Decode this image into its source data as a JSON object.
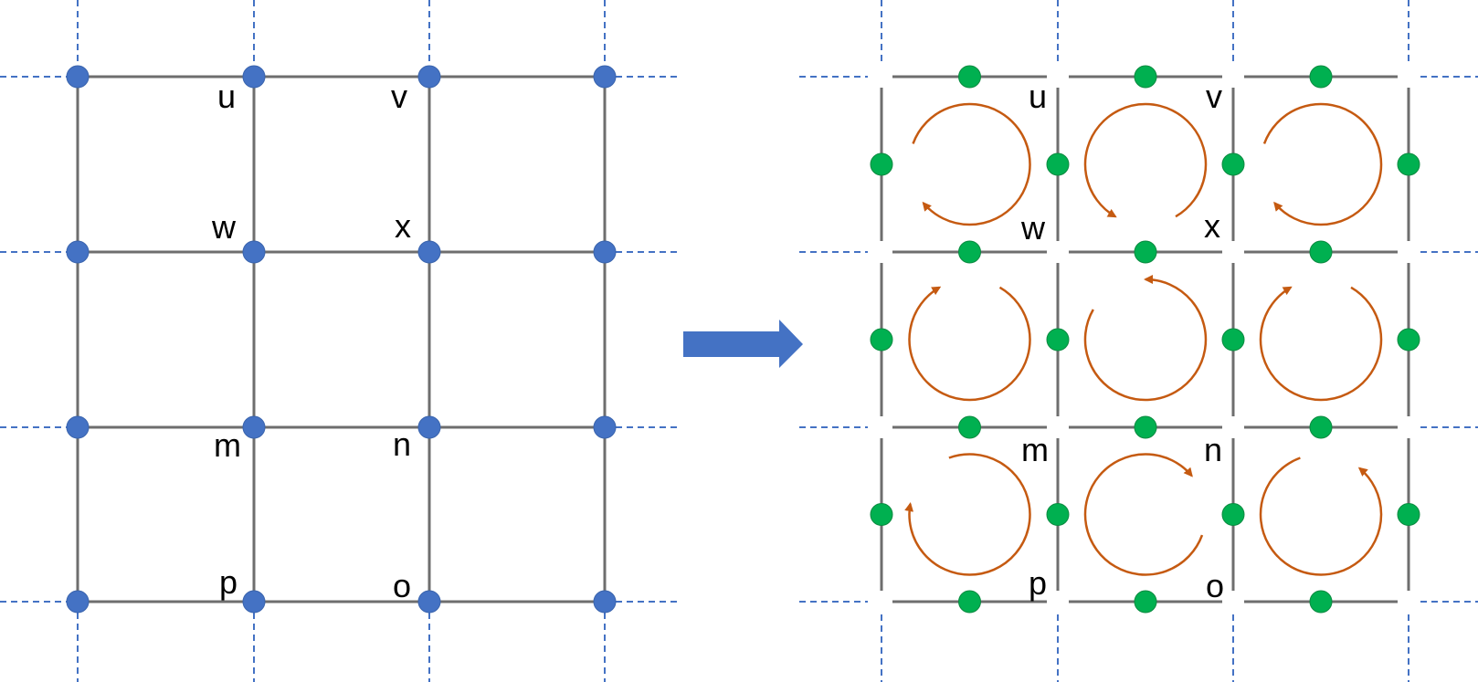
{
  "colors": {
    "grid_line": "#6e6e6e",
    "dashed_extension": "#4472c4",
    "vertex_node": "#4472c4",
    "edge_node": "#00b050",
    "rotation_arrow": "#c55a11",
    "transform_arrow": "#4472c4"
  },
  "left_grid": {
    "labels": {
      "u": "u",
      "v": "v",
      "w": "w",
      "x": "x",
      "m": "m",
      "n": "n",
      "p": "p",
      "o": "o"
    }
  },
  "right_grid": {
    "labels": {
      "u": "u",
      "v": "v",
      "w": "w",
      "x": "x",
      "m": "m",
      "n": "n",
      "p": "p",
      "o": "o"
    },
    "rotation_icon": "circular-arrow-icon"
  },
  "transform_arrow_icon": "right-arrow-icon"
}
